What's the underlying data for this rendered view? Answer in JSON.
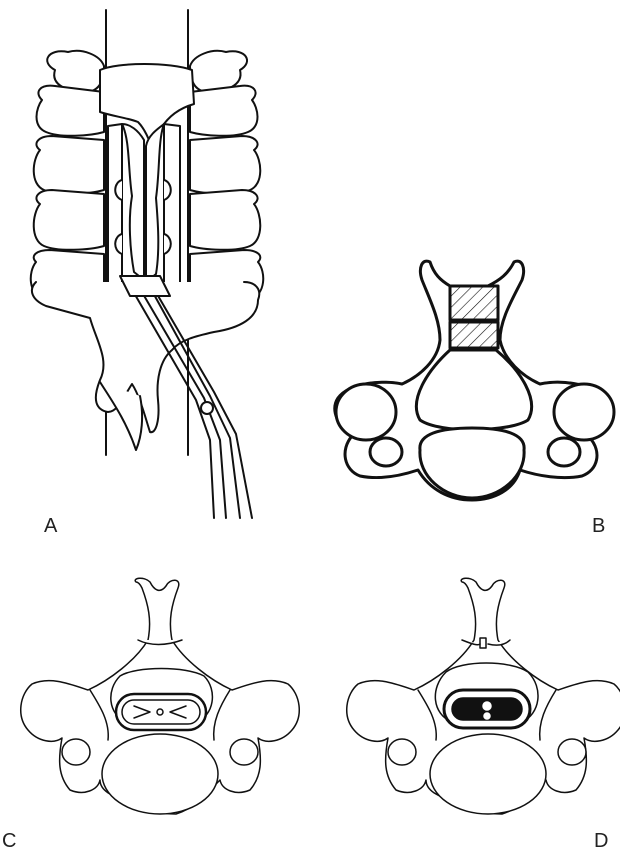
{
  "figure": {
    "panels": [
      {
        "id": "A",
        "label": "A"
      },
      {
        "id": "B",
        "label": "B"
      },
      {
        "id": "C",
        "label": "C"
      },
      {
        "id": "D",
        "label": "D"
      }
    ],
    "stroke_color": "#111111",
    "fill_color": "#ffffff"
  }
}
